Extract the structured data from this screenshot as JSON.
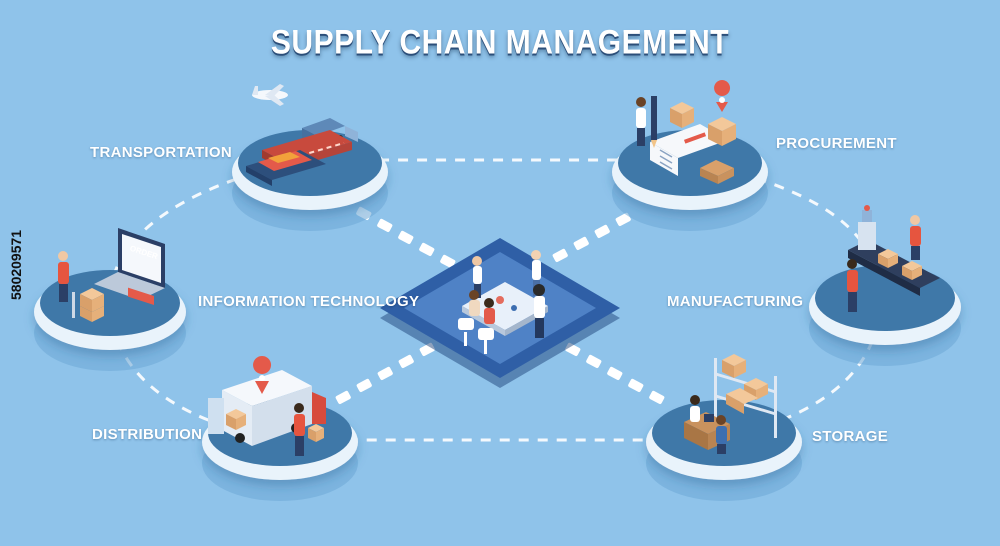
{
  "title": "SUPPLY CHAIN MANAGEMENT",
  "stages": {
    "transportation": "TRANSPORTATION",
    "procurement": "PROCUREMENT",
    "information_technology": "INFORMATION TECHNOLOGY",
    "manufacturing": "MANUFACTURING",
    "distribution": "DISTRIBUTION",
    "storage": "STORAGE"
  },
  "order_sign": "ORDER",
  "stock_id": "580209571",
  "colors": {
    "background": "#8fc3ea",
    "platform_top": "#3f78a8",
    "platform_rim": "#e9f3fb",
    "hub": "#2f5fa6"
  }
}
